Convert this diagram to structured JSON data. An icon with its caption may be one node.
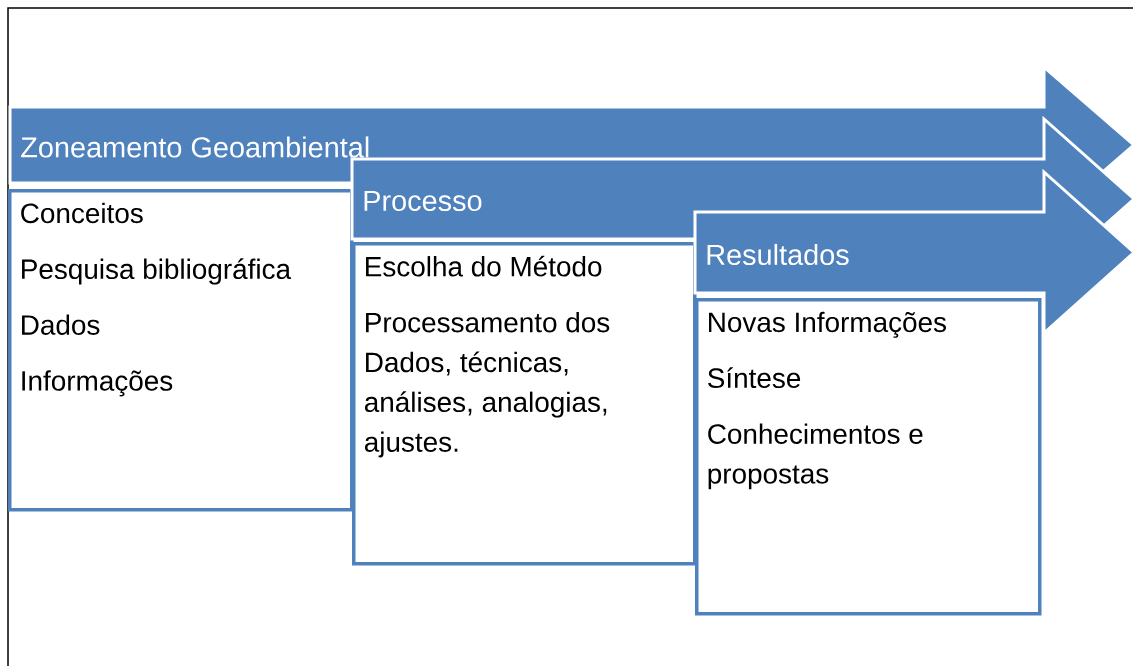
{
  "diagram": {
    "nodes": [
      {
        "text": [
          "Zoneamento Geoambiental"
        ]
      },
      {
        "text": [
          "Conceitos",
          "Pesquisa bibliográfica",
          "Dados",
          "Informações"
        ]
      },
      {
        "text": [
          "Processo"
        ]
      },
      {
        "text": [
          "Escolha do Método",
          "Processamento dos Dados, técnicas, análises, analogias, ajustes."
        ]
      },
      {
        "text": [
          "Resultados"
        ]
      },
      {
        "text": [
          "Novas Informações",
          "Síntese",
          "Conhecimentos e propostas"
        ]
      }
    ]
  }
}
